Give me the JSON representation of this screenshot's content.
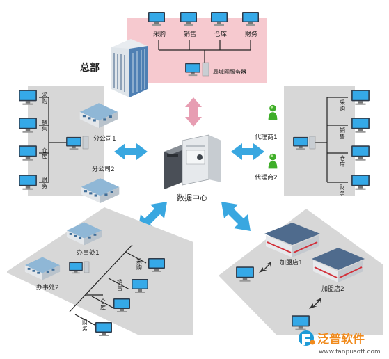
{
  "headquarters": {
    "title": "总部",
    "departments": [
      "采购",
      "销售",
      "仓库",
      "财务"
    ],
    "server_label": "局域网服务器"
  },
  "branch": {
    "departments": [
      "采购",
      "销售",
      "仓库",
      "财务"
    ],
    "office1": "分公司1",
    "office2": "分公司2"
  },
  "agents": {
    "departments": [
      "采购",
      "销售",
      "仓库",
      "财务"
    ],
    "agent1": "代理商1",
    "agent2": "代理商2"
  },
  "datacenter": {
    "label": "数据中心"
  },
  "offices": {
    "office1": "办事处1",
    "office2": "办事处2",
    "departments": [
      "采购",
      "销售",
      "仓库",
      "财务"
    ]
  },
  "stores": {
    "store1": "加盟店1",
    "store2": "加盟店2"
  },
  "brand": {
    "name": "泛普软件",
    "url": "www.fanpusoft.com"
  },
  "colors": {
    "pink_panel": "#f6c9cf",
    "gray_panel": "#d7d7d7",
    "arrow_blue": "#39a7e0",
    "arrow_pink": "#e79db2",
    "brand_orange": "#f08a1c"
  }
}
